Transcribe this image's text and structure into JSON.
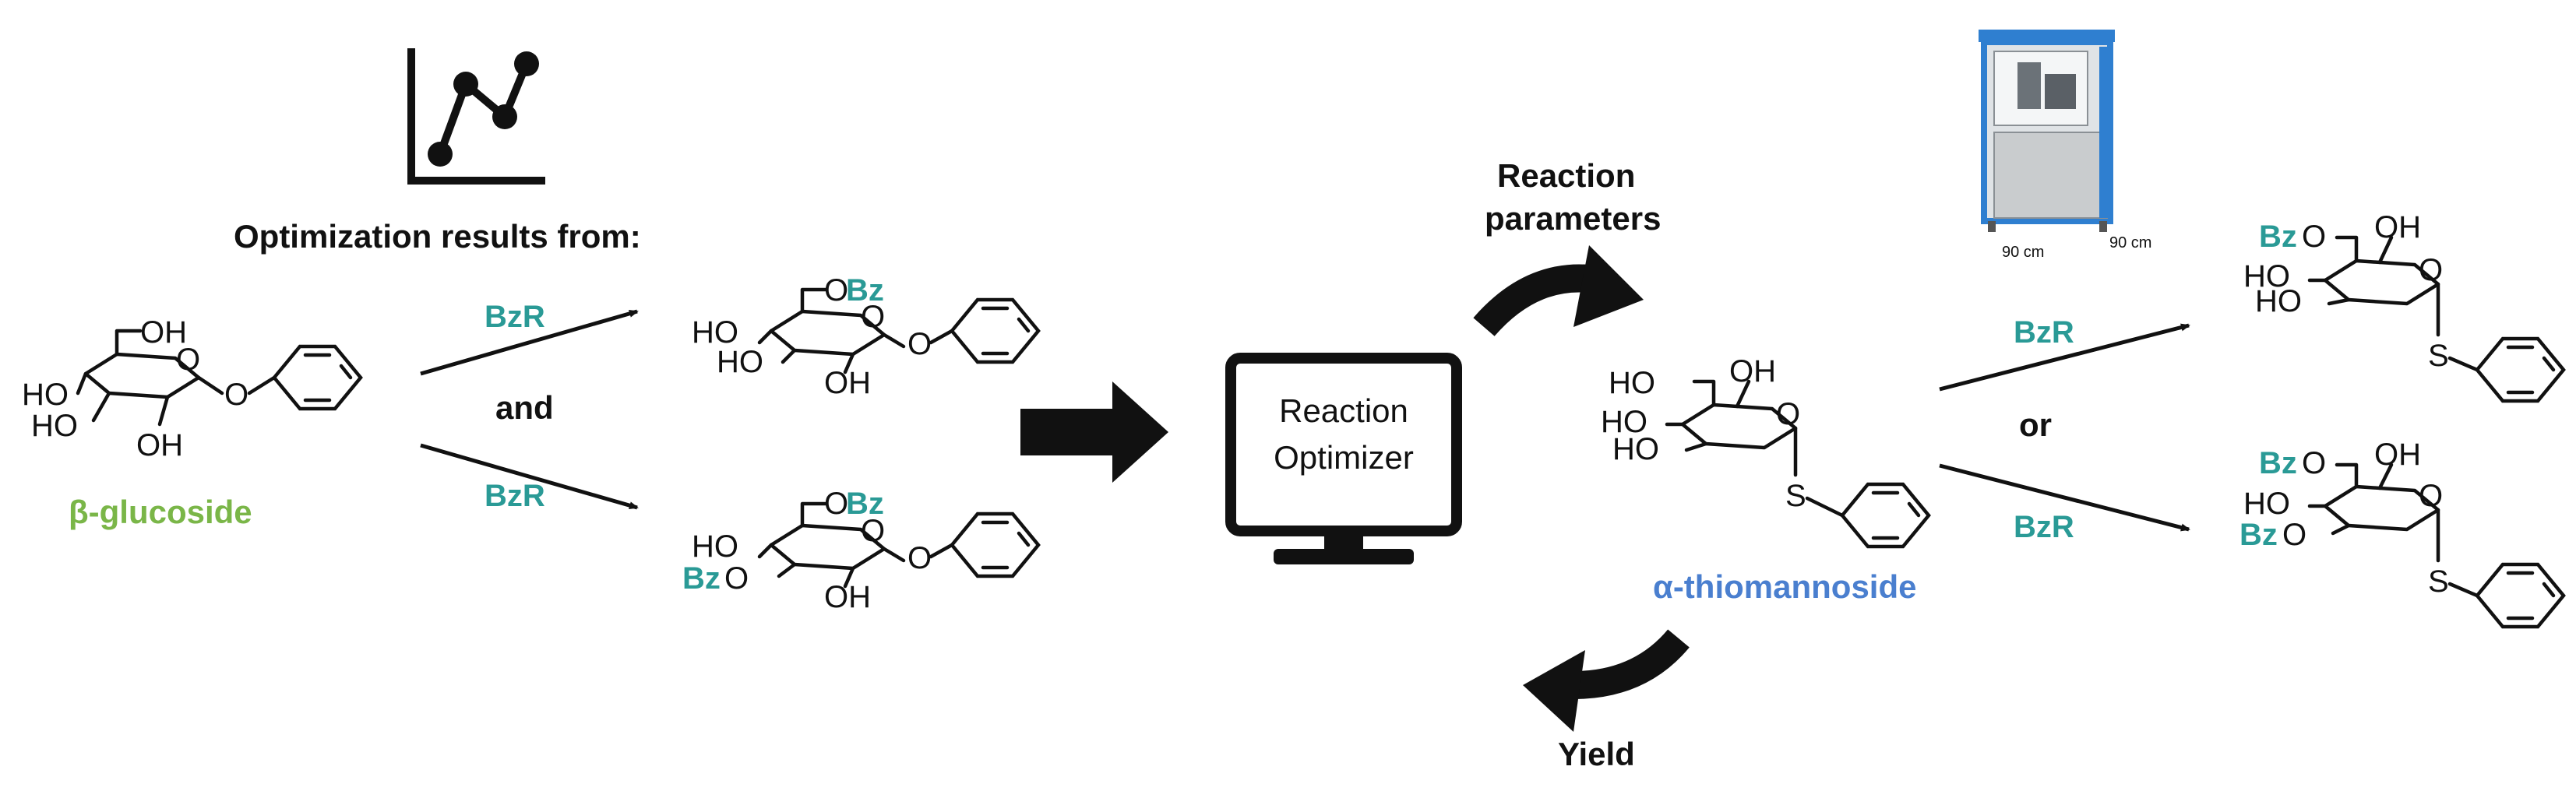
{
  "colors": {
    "ink": "#111111",
    "bz": "#2a9a96",
    "glucoside_label": "#7ab648",
    "thiomannoside_label": "#4a7fcf",
    "robot_frame": "#2f7fd0",
    "robot_panel": "#c9ccce"
  },
  "labels": {
    "optimization_results": "Optimization results from:",
    "and": "and",
    "or": "or",
    "reaction_parameters_1": "Reaction",
    "reaction_parameters_2": "parameters",
    "yield": "Yield",
    "optimizer_line1": "Reaction",
    "optimizer_line2": "Optimizer",
    "glucoside_name": "β-glucoside",
    "thiomannoside_name": "α-thiomannoside",
    "robot_width": "90 cm",
    "robot_depth": "90 cm"
  },
  "reagents": {
    "top_left": "BzR",
    "bottom_left": "BzR",
    "top_right": "BzR",
    "bottom_right": "BzR"
  },
  "atoms": {
    "oh": "OH",
    "ho": "HO",
    "o": "O",
    "s": "S",
    "obz": "OBz",
    "bz": "Bz"
  },
  "icons": {
    "chart": "line-chart-icon",
    "monitor": "monitor-icon",
    "robot": "lab-robot-photo",
    "right_arrow": "bold-right-arrow-icon",
    "curved_arrow_up": "curved-arrow-icon",
    "curved_arrow_down": "curved-arrow-icon"
  }
}
